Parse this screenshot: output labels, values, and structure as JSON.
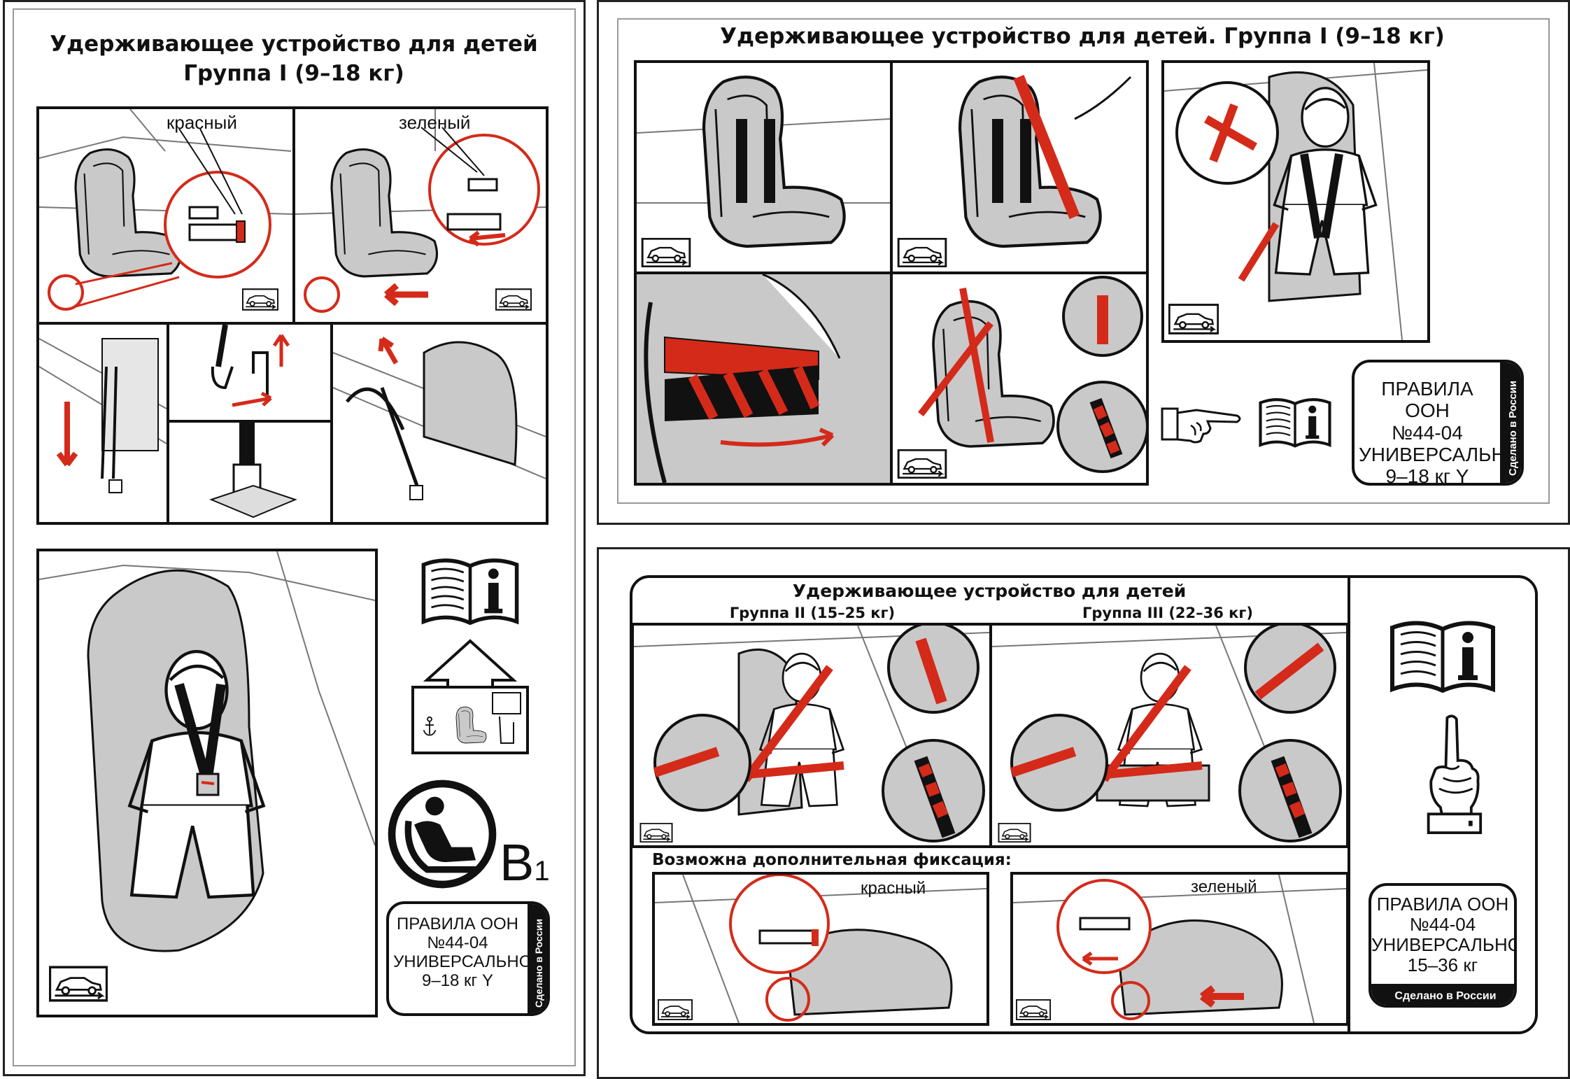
{
  "left_label": {
    "title_line1": "Удерживающее устройство для детей",
    "title_line2": "Группа I (9–18 кг)",
    "callout_red": "красный",
    "callout_green": "зеленый",
    "isofix_class": "B",
    "isofix_class_sub": "1",
    "badge": {
      "line1": "ПРАВИЛА ООН",
      "line2": "№44-04",
      "line3": "УНИВЕРСАЛЬНОЕ",
      "line4": "9–18 кг Y",
      "made_in": "Сделано в России"
    }
  },
  "top_right_label": {
    "title": "Удерживающее устройство для детей. Группа I (9–18 кг)",
    "badge": {
      "line1": "ПРАВИЛА ООН",
      "line2": "№44-04",
      "line3": "УНИВЕРСАЛЬНОЕ",
      "line4": "9–18 кг Y",
      "made_in": "Сделано в России"
    }
  },
  "bottom_right_label": {
    "title": "Удерживающее устройство для детей",
    "group2": "Группа II (15–25 кг)",
    "group3": "Группа III (22–36 кг)",
    "extra_fixation": "Возможна дополнительная фиксация:",
    "callout_red": "красный",
    "callout_green": "зеленый",
    "badge": {
      "line1": "ПРАВИЛА ООН",
      "line2": "№44-04",
      "line3": "УНИВЕРСАЛЬНОЕ",
      "line4": "15–36 кг",
      "made_in": "Сделано в России"
    }
  },
  "colors": {
    "red": "#d42a1a",
    "seat_grey": "#c9c9c9",
    "ink": "#111111"
  },
  "icons": [
    "car-icon",
    "info-book-icon",
    "pointing-hand-icon",
    "isofix-seat-icon",
    "anchor-icon"
  ]
}
